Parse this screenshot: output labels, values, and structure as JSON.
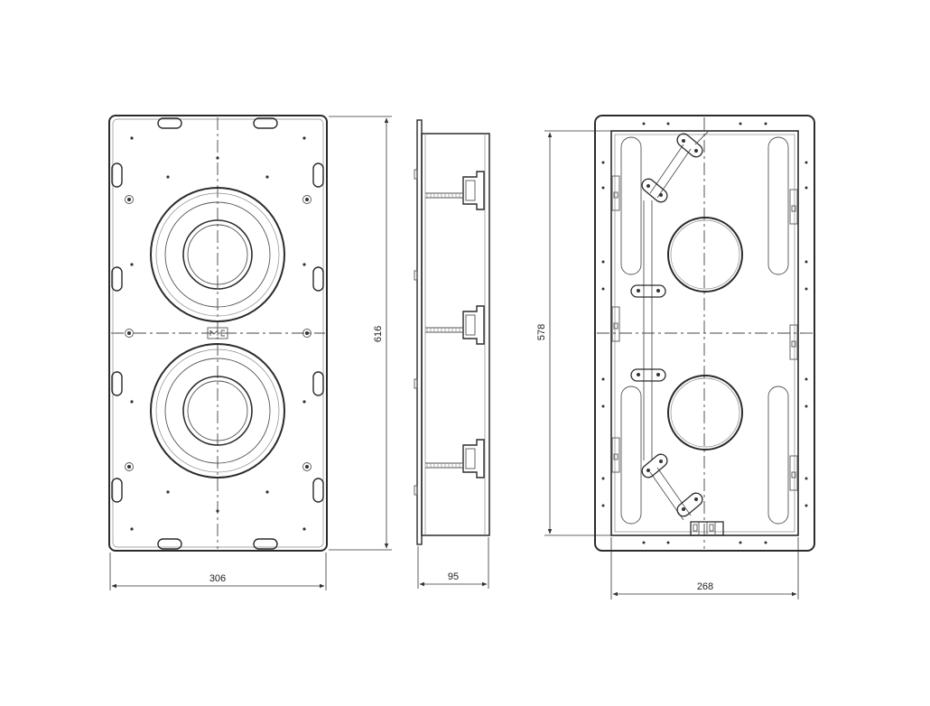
{
  "dimensions": {
    "front_height": "616",
    "front_width": "306",
    "side_depth": "95",
    "rear_height": "578",
    "rear_width": "268"
  }
}
